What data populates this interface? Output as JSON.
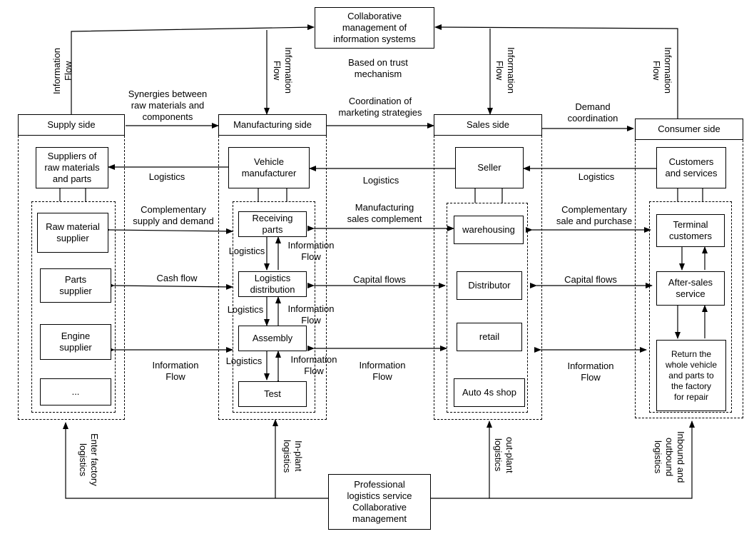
{
  "top": {
    "cmis": "Collaborative\nmanagement of\ninformation systems",
    "trust": "Based on trust\nmechanism"
  },
  "columns": {
    "supply": "Supply side",
    "manufacturing": "Manufacturing side",
    "sales": "Sales side",
    "consumer": "Consumer side"
  },
  "boxes": {
    "suppliers_raw": "Suppliers of\nraw materials\nand parts",
    "vehicle_manufacturer": "Vehicle\nmanufacturer",
    "seller": "Seller",
    "customers_services": "Customers\nand services",
    "raw_material_supplier": "Raw material\nsupplier",
    "parts_supplier": "Parts\nsupplier",
    "engine_supplier": "Engine\nsupplier",
    "ellipsis": "...",
    "receiving_parts": "Receiving\nparts",
    "logistics_distribution": "Logistics\ndistribution",
    "assembly": "Assembly",
    "test": "Test",
    "warehousing": "warehousing",
    "distributor": "Distributor",
    "retail": "retail",
    "auto4s": "Auto 4s shop",
    "terminal_customers": "Terminal\ncustomers",
    "after_sales": "After-sales\nservice",
    "return_vehicle": "Return the\nwhole vehicle\nand parts to\nthe factory\nfor repair",
    "professional_logistics": "Professional\nlogistics service\nCollaborative\nmanagement"
  },
  "labels": {
    "information_flow": "Information\nFlow",
    "info_flow_vertical": "Information\nFlow",
    "synergies": "Synergies between\nraw materials and\ncomponents",
    "coordination": "Coordination of\nmarketing strategies",
    "demand_coordination": "Demand\ncoordination",
    "logistics": "Logistics",
    "complementary_supply": "Complementary\nsupply and demand",
    "manufacturing_sales": "Manufacturing\nsales complement",
    "complementary_sale": "Complementary\nsale and purchase",
    "cash_flow": "Cash flow",
    "capital_flows": "Capital flows",
    "enter_factory": "Enter factory\nlogistics",
    "in_plant": "In-plant\nlogistics",
    "out_plant": "out-plant\nlogistics",
    "inbound_outbound": "Inbound and\noutbound\nlogistics"
  }
}
